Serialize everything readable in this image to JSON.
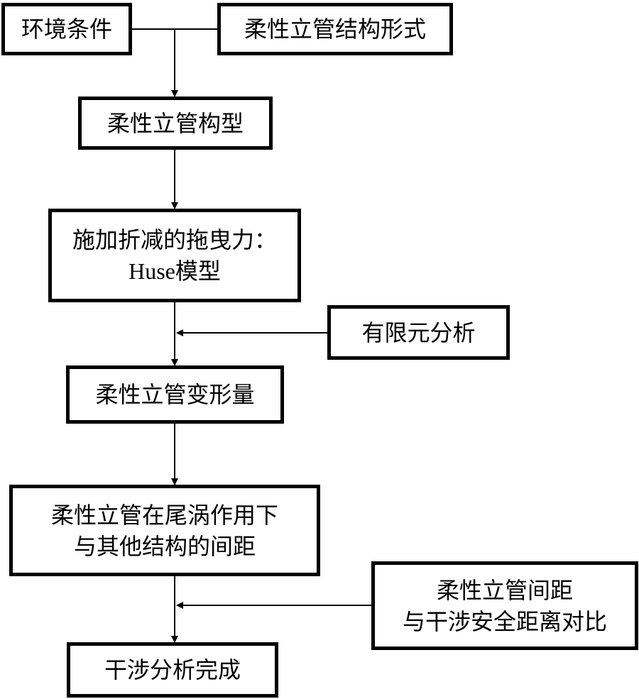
{
  "nodes": {
    "env": {
      "label": "环境条件"
    },
    "riser_form": {
      "label": "柔性立管结构形式"
    },
    "config": {
      "label": "柔性立管构型"
    },
    "drag": {
      "line1": "施加折减的拖曳力：",
      "line2_latin": "Huse",
      "line2_cjk": "模型"
    },
    "fea": {
      "label": "有限元分析"
    },
    "deform": {
      "label": "柔性立管变形量"
    },
    "spacing": {
      "line1": "柔性立管在尾涡作用下",
      "line2": "与其他结构的间距"
    },
    "compare": {
      "line1": "柔性立管间距",
      "line2": "与干涉安全距离对比"
    },
    "done": {
      "label": "干涉分析完成"
    }
  },
  "colors": {
    "stroke": "#000000",
    "fill": "#ffffff",
    "text": "#000000"
  }
}
